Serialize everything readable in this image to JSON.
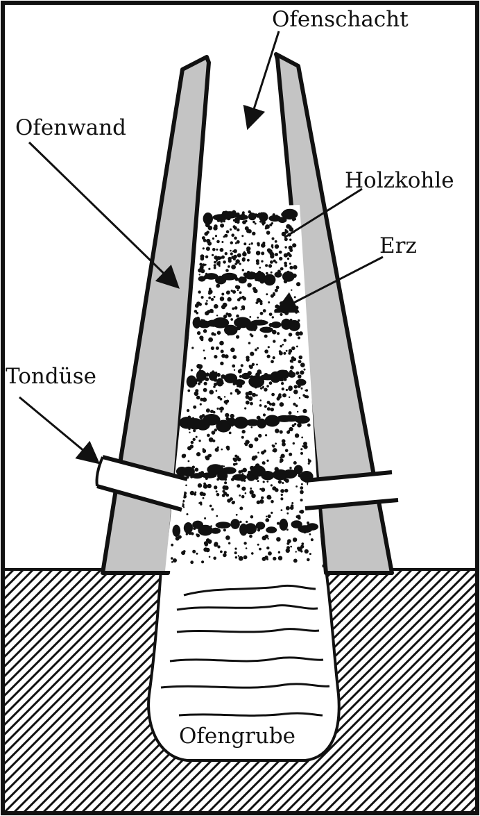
{
  "labels": {
    "ofenschacht": "Ofenschacht",
    "ofenwand": "Ofenwand",
    "holzkohle": "Holzkohle",
    "erz": "Erz",
    "tonduese": "Tondüse",
    "ofengrube": "Ofengrube"
  },
  "colors": {
    "wall_fill": "#c4c4c4",
    "ink": "#111111",
    "background": "#ffffff"
  }
}
